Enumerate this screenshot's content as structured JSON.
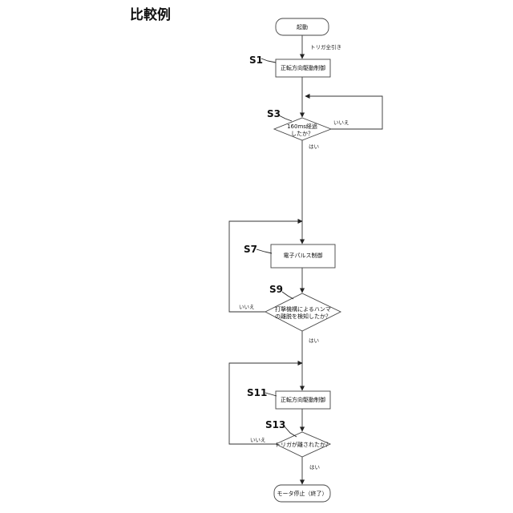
{
  "title": "比較例",
  "nodes": {
    "start": "起動",
    "s1": "正転方向駆動制御",
    "s3_line1": "160ms経過",
    "s3_line2": "したか？",
    "s7": "電子パルス制御",
    "s9_line1": "打撃機構によるハンマ",
    "s9_line2": "の離脱を検知したか？",
    "s11": "正転方向駆動制御",
    "s13": "トリガが離されたか？",
    "end": "モータ停止（終了）"
  },
  "edges": {
    "trigger": "トリガ全引き",
    "s3_no": "いいえ",
    "s3_yes": "はい",
    "s9_no": "いいえ",
    "s9_yes": "はい",
    "s13_no": "いいえ",
    "s13_yes": "はい"
  },
  "steps": {
    "s1": "S1",
    "s3": "S3",
    "s7": "S7",
    "s9": "S9",
    "s11": "S11",
    "s13": "S13"
  }
}
